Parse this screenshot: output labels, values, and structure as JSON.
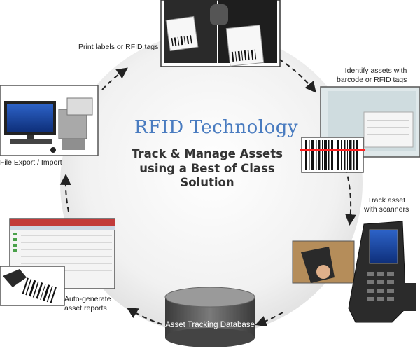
{
  "diagram": {
    "title": "RFID Technology",
    "tagline": "Track & Manage Assets using a Best of Class Solution",
    "steps": {
      "print": "Print labels or RFID tags",
      "identify_line1": "Identify assets with",
      "identify_line2": "barcode or RFID tags",
      "track_line1": "Track asset",
      "track_line2": "with scanners",
      "database": "Asset Tracking Database",
      "reports_line1": "Auto-generate",
      "reports_line2": "asset reports",
      "export": "File Export / Import"
    }
  },
  "colors": {
    "title": "#4a7cc0",
    "cycle_arrow": "#222222",
    "database": "#555555"
  },
  "icons": [
    "label-printer-icon",
    "barcode-screen-icon",
    "barcode-label-icon",
    "handheld-scanner-icon",
    "database-icon",
    "reports-screen-icon",
    "kiosk-computer-icon"
  ]
}
